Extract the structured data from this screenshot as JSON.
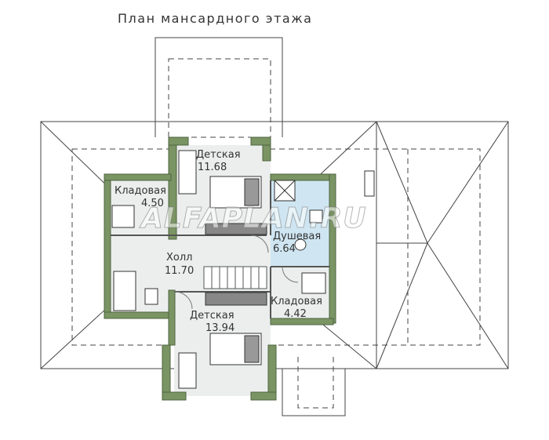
{
  "title": "План мансардного этажа",
  "watermark": "ALFAPLAN.RU",
  "colors": {
    "wall": "#7a9463",
    "floor": "#eceeee",
    "shower_floor": "#cfe6f2",
    "roof_line": "#444444"
  },
  "rooms": [
    {
      "name": "Детская",
      "area": "11.68"
    },
    {
      "name": "Кладовая",
      "area": "4.50"
    },
    {
      "name": "Душевая",
      "area": "6.64"
    },
    {
      "name": "Холл",
      "area": "11.70"
    },
    {
      "name": "Кладовая",
      "area": "4.42"
    },
    {
      "name": "Детская",
      "area": "13.94"
    }
  ]
}
